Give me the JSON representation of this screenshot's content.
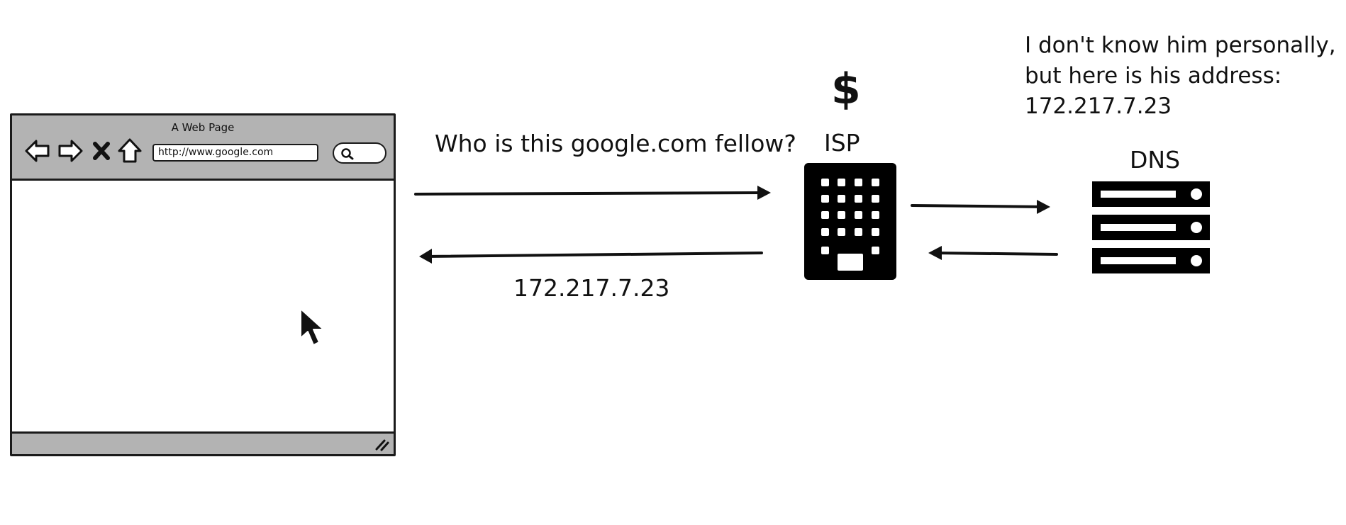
{
  "browser": {
    "title": "A Web Page",
    "url": "http://www.google.com"
  },
  "diagram": {
    "question": "Who is this google.com fellow?",
    "answer_ip": "172.217.7.23",
    "isp_symbol": "$",
    "isp_label": "ISP",
    "dns_label": "DNS",
    "dns_reply": {
      "line1": "I don't know him personally,",
      "line2": "but here is his address:",
      "line3": "172.217.7.23"
    }
  },
  "colors": {
    "ink": "#111111",
    "chrome_gray": "#b3b3b3",
    "icon_black": "#000000"
  }
}
